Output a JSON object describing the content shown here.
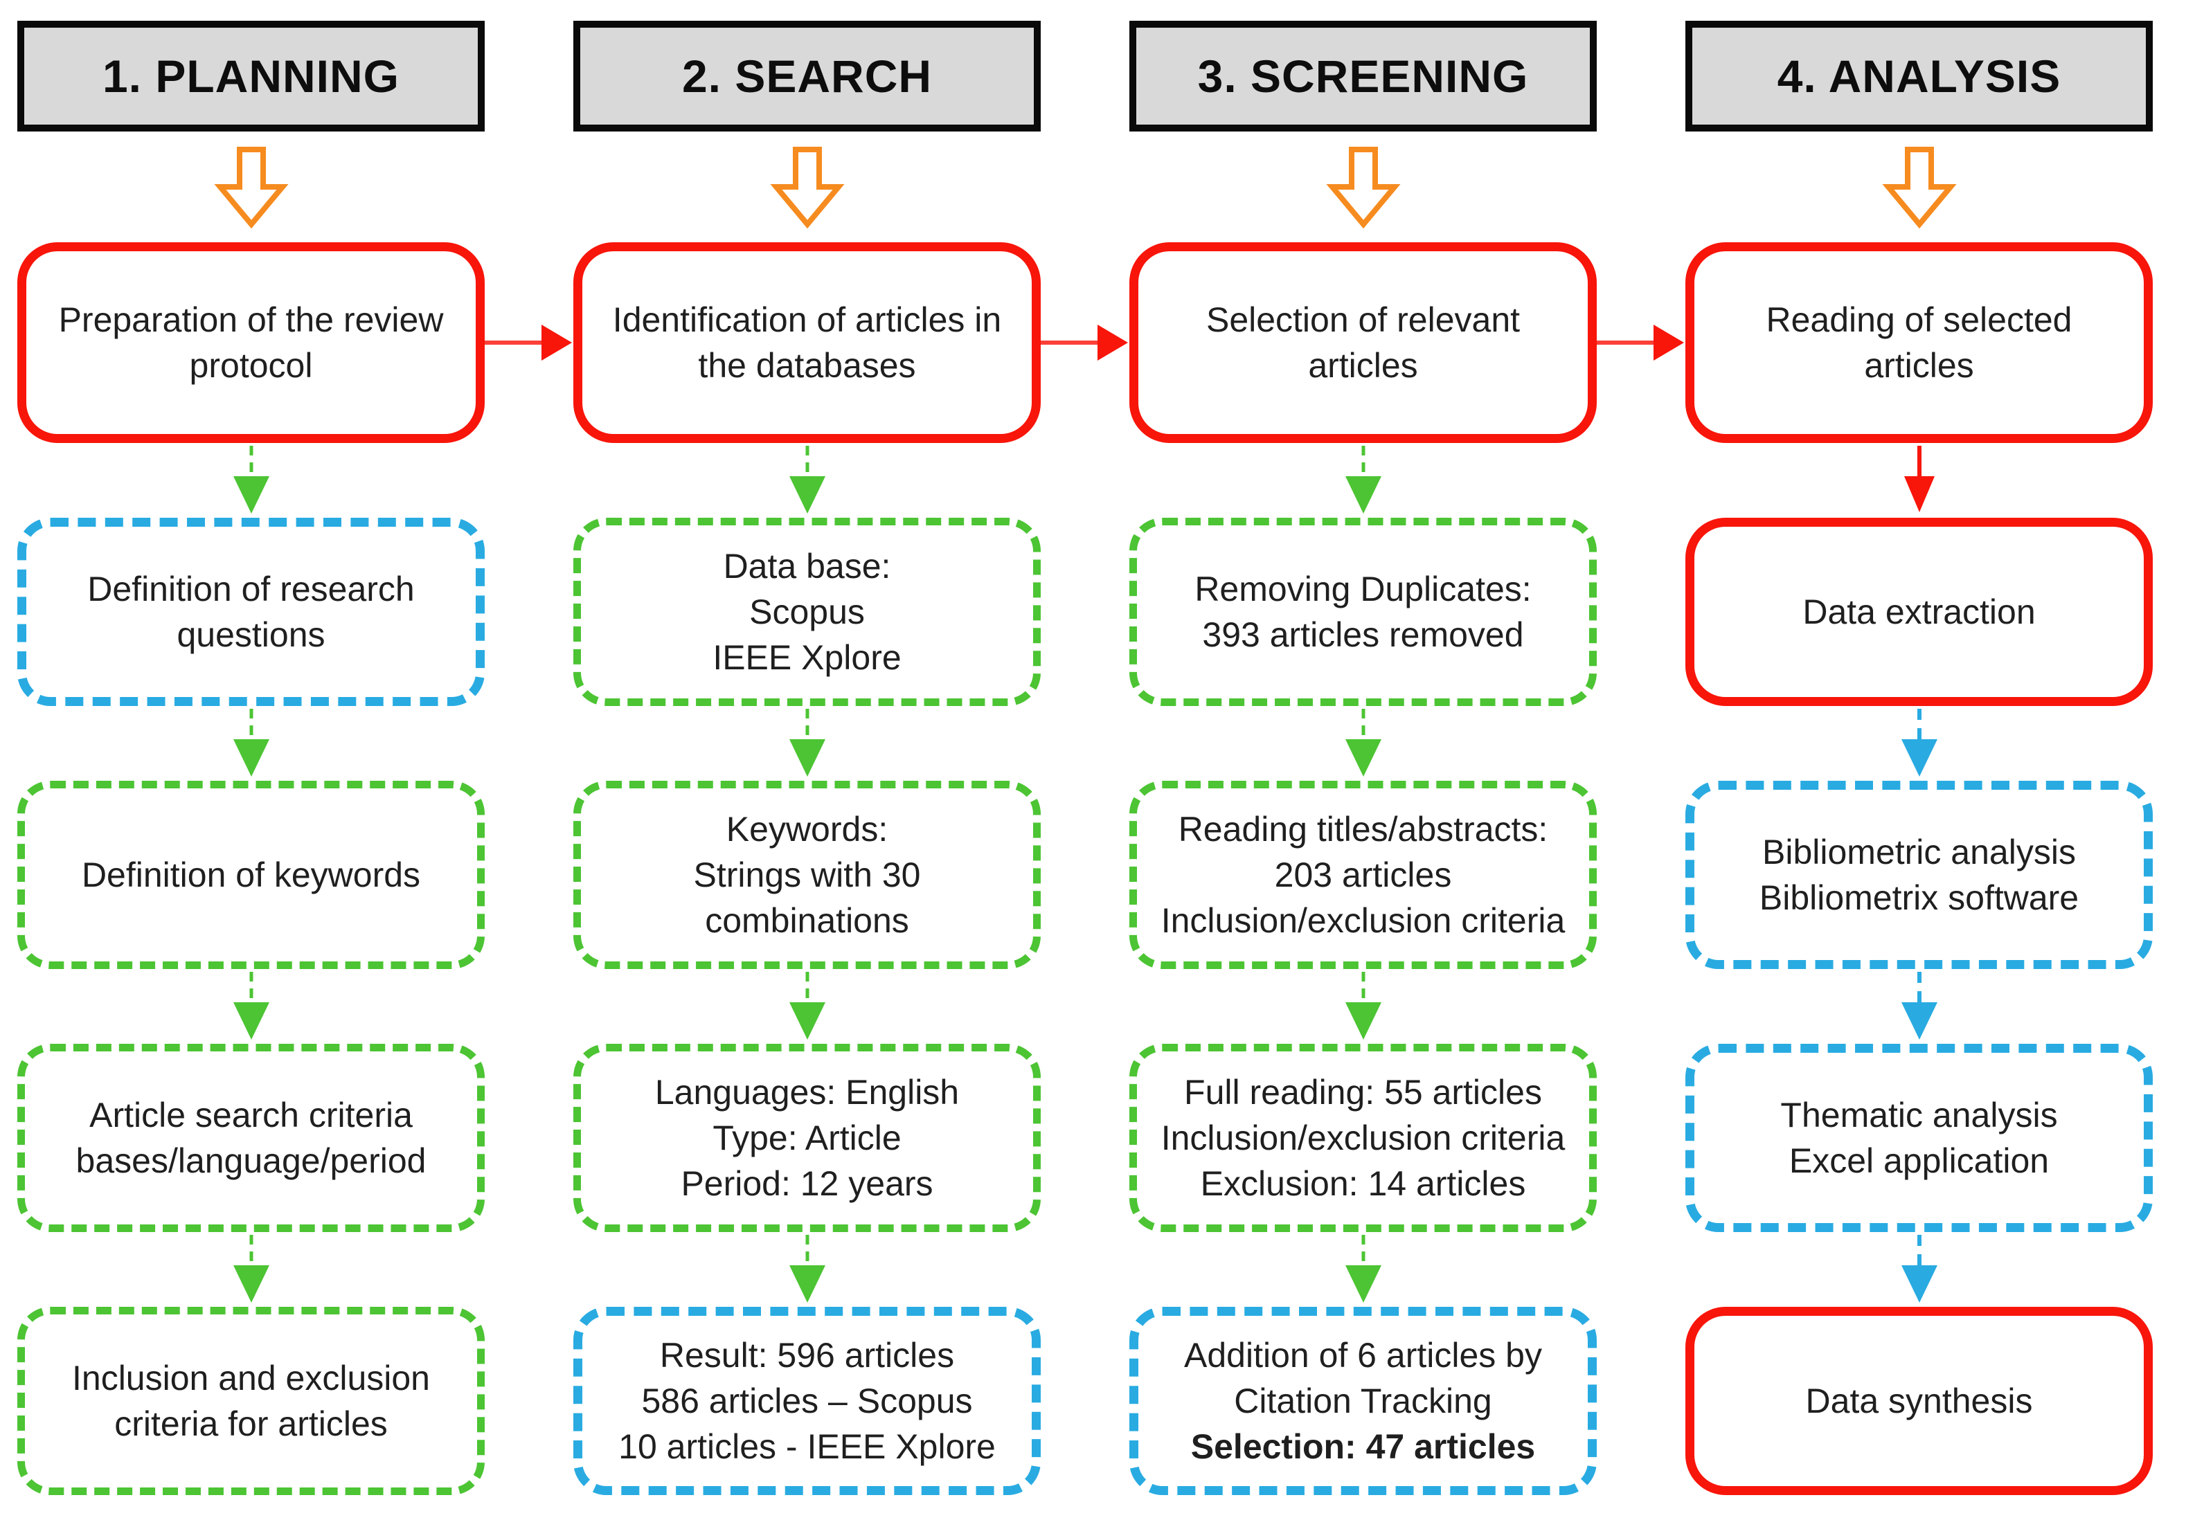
{
  "figure": {
    "title_visible": false,
    "colors": {
      "stage_header_bg": "#D9D9D9",
      "stage_header_border": "#0A0A0A",
      "red": "#F8150A",
      "green": "#4CC433",
      "blue": "#29ABE2",
      "orange": "#F68B1F",
      "text": "#1F1F1F"
    },
    "stage_link_arrows": [
      {
        "from": "planning",
        "to": "search",
        "color": "#F8150A",
        "style": "solid-right"
      },
      {
        "from": "search",
        "to": "screening",
        "color": "#F8150A",
        "style": "solid-right"
      },
      {
        "from": "screening",
        "to": "analysis",
        "color": "#F8150A",
        "style": "solid-right"
      }
    ],
    "columns": [
      {
        "id": "planning",
        "header": "1. PLANNING",
        "stage_arrow_icon": "block-arrow-down",
        "boxes": [
          {
            "text": "Preparation of the review\nprotocol",
            "border": "red-solid"
          },
          {
            "text": "Definition of research\nquestions",
            "border": "blue-dashed"
          },
          {
            "text": "Definition of keywords",
            "border": "green-dashed"
          },
          {
            "text": "Article search criteria\nbases/language/period",
            "border": "green-dashed"
          },
          {
            "text": "Inclusion and exclusion\ncriteria for articles",
            "border": "green-dashed"
          }
        ],
        "connectors": [
          "green-dashed",
          "green-dashed",
          "green-dashed",
          "green-dashed"
        ]
      },
      {
        "id": "search",
        "header": "2. SEARCH",
        "stage_arrow_icon": "block-arrow-down",
        "boxes": [
          {
            "text": "Identification of articles in\nthe databases",
            "border": "red-solid"
          },
          {
            "text": "Data base:\nScopus\nIEEE Xplore",
            "border": "green-dashed"
          },
          {
            "text": "Keywords:\nStrings with 30\ncombinations",
            "border": "green-dashed"
          },
          {
            "text": "Languages: English\nType: Article\nPeriod: 12 years",
            "border": "green-dashed"
          },
          {
            "text": "Result: 596 articles\n586 articles – Scopus\n10 articles - IEEE Xplore",
            "border": "blue-dashed"
          }
        ],
        "connectors": [
          "green-dashed",
          "green-dashed",
          "green-dashed",
          "green-dashed"
        ]
      },
      {
        "id": "screening",
        "header": "3. SCREENING",
        "stage_arrow_icon": "block-arrow-down",
        "boxes": [
          {
            "text": "Selection of relevant\narticles",
            "border": "red-solid"
          },
          {
            "text": "Removing Duplicates:\n393 articles removed",
            "border": "green-dashed"
          },
          {
            "text": "Reading titles/abstracts:\n203 articles\nInclusion/exclusion criteria",
            "border": "green-dashed"
          },
          {
            "text": "Full reading: 55 articles\nInclusion/exclusion criteria\nExclusion: 14 articles",
            "border": "green-dashed"
          },
          {
            "text": "Addition of 6 articles by\nCitation Tracking",
            "bold_text": "Selection: 47 articles",
            "border": "blue-dashed"
          }
        ],
        "connectors": [
          "green-dashed",
          "green-dashed",
          "green-dashed",
          "green-dashed"
        ]
      },
      {
        "id": "analysis",
        "header": "4. ANALYSIS",
        "stage_arrow_icon": "block-arrow-down",
        "boxes": [
          {
            "text": "Reading of selected\narticles",
            "border": "red-solid"
          },
          {
            "text": "Data extraction",
            "border": "red-solid"
          },
          {
            "text": "Bibliometric analysis\nBibliometrix software",
            "border": "blue-dashed"
          },
          {
            "text": "Thematic analysis\nExcel application",
            "border": "blue-dashed"
          },
          {
            "text": "Data synthesis",
            "border": "red-solid"
          }
        ],
        "connectors": [
          "red-solid",
          "blue-dashed",
          "blue-dashed",
          "blue-dashed"
        ]
      }
    ]
  }
}
